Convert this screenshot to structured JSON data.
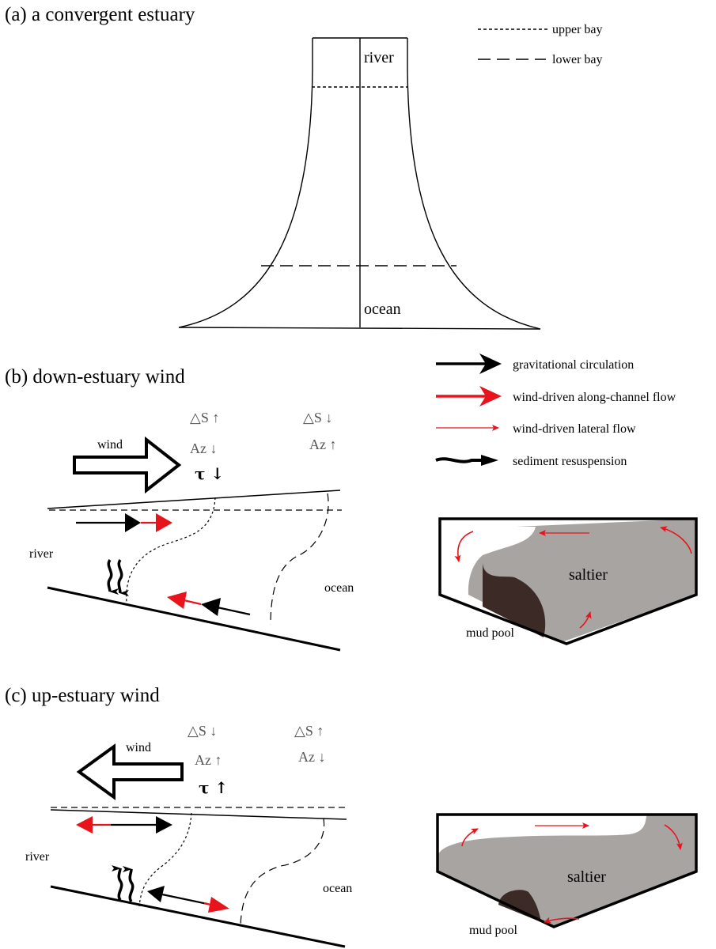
{
  "panels": {
    "a": {
      "title": "(a) a convergent estuary",
      "label_river": "river",
      "label_ocean": "ocean",
      "legend_upper": "upper bay",
      "legend_lower": "lower bay"
    },
    "b": {
      "title": "(b) down-estuary wind",
      "wind_label": "wind",
      "upper_ds": "△S ↑",
      "upper_az": "Az ↓",
      "upper_tau": "τ ↓",
      "lower_ds": "△S ↓",
      "lower_az": "Az ↑",
      "label_river": "river",
      "label_ocean": "ocean",
      "cross_saltier": "saltier",
      "cross_mudpool": "mud pool"
    },
    "c": {
      "title": "(c) up-estuary wind",
      "wind_label": "wind",
      "upper_ds": "△S ↓",
      "upper_az": "Az ↑",
      "upper_tau": "τ ↑",
      "lower_ds": "△S ↑",
      "lower_az": "Az ↓",
      "label_river": "river",
      "label_ocean": "ocean",
      "cross_saltier": "saltier",
      "cross_mudpool": "mud pool"
    }
  },
  "flow_legend": [
    {
      "key": "gravitational",
      "label": "gravitational circulation",
      "color": "#000000"
    },
    {
      "key": "along_channel",
      "label": "wind-driven along-channel flow",
      "color": "#e8141b"
    },
    {
      "key": "lateral",
      "label": "wind-driven lateral flow",
      "color": "#e8141b"
    },
    {
      "key": "resuspension",
      "label": "sediment resuspension",
      "color": "#000000"
    }
  ],
  "colors": {
    "black": "#000000",
    "red": "#e8141b",
    "saltier_fill": "#a8a4a2",
    "mud_fill": "#3b2a26"
  }
}
